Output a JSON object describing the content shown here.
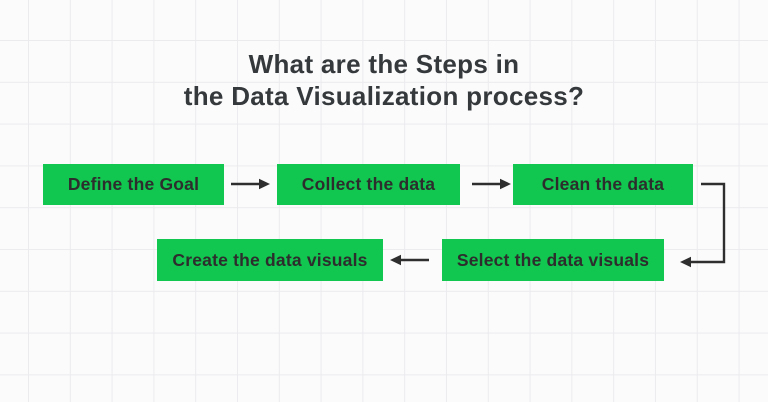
{
  "page": {
    "title_line1": "What are the Steps in",
    "title_line2": "the Data Visualization process?"
  },
  "flow": {
    "steps": [
      {
        "id": "define-goal",
        "label": "Define the Goal"
      },
      {
        "id": "collect-data",
        "label": "Collect the data"
      },
      {
        "id": "clean-data",
        "label": "Clean the data"
      },
      {
        "id": "select-visuals",
        "label": "Select the data visuals"
      },
      {
        "id": "create-visuals",
        "label": "Create the data visuals"
      }
    ],
    "connectors": [
      {
        "from": "Define the Goal",
        "to": "Collect the data",
        "direction": "right"
      },
      {
        "from": "Collect the data",
        "to": "Clean the data",
        "direction": "right"
      },
      {
        "from": "Clean the data",
        "to": "Select the data visuals",
        "direction": "elbow-down-left"
      },
      {
        "from": "Select the data visuals",
        "to": "Create the data visuals",
        "direction": "left"
      }
    ]
  },
  "colors": {
    "background": "#fbfbfc",
    "grid_line": "#ebebee",
    "box_green": "#11c750",
    "box_text": "#2d2d2d",
    "title_text": "#35393c",
    "arrow": "#2e2e2e"
  }
}
